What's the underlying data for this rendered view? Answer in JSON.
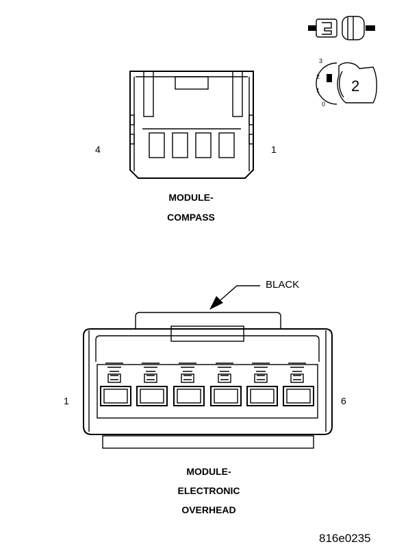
{
  "compass_connector": {
    "pin_left": "4",
    "pin_right": "1",
    "caption_line1": "MODULE-",
    "caption_line2": "COMPASS"
  },
  "overhead_connector": {
    "callout": "BLACK",
    "pin_left": "1",
    "pin_right": "6",
    "caption_line1": "MODULE-",
    "caption_line2": "ELECTRONIC",
    "caption_line3": "OVERHEAD"
  },
  "legend": {
    "scale_3": "3",
    "scale_2": "2",
    "scale_1": "1",
    "scale_0": "0",
    "view_number": "2"
  },
  "figure_id": "816e0235"
}
